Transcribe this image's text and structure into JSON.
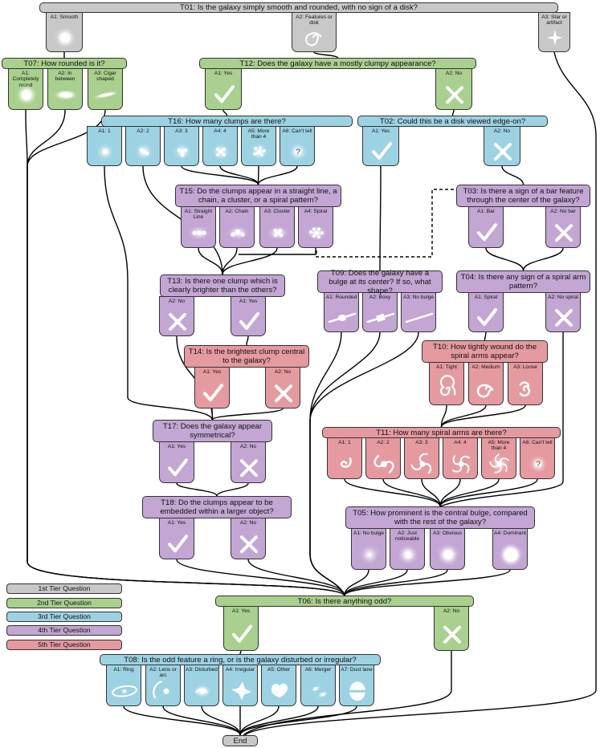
{
  "colors": {
    "gray": "#c8c8c8",
    "green": "#a9d08e",
    "blue": "#9dd2e3",
    "purple": "#c3a6d3",
    "pink": "#e59aa0"
  },
  "legend": [
    {
      "label": "1st Tier Question",
      "color": "gray"
    },
    {
      "label": "2nd Tier Question",
      "color": "green"
    },
    {
      "label": "3rd Tier Question",
      "color": "blue"
    },
    {
      "label": "4th Tier Question",
      "color": "purple"
    },
    {
      "label": "5th Tier Question",
      "color": "pink"
    }
  ],
  "questions": {
    "T01": {
      "text": "T01: Is the galaxy simply smooth and rounded, with no sign of a disk?",
      "color": "gray",
      "answers": [
        {
          "label": "A1: Smooth",
          "icon": "smooth-blob-icon"
        },
        {
          "label": "A2: Features or disk",
          "icon": "spiral-features-icon"
        },
        {
          "label": "A3: Star or artifact",
          "icon": "star-icon"
        }
      ]
    },
    "T07": {
      "text": "T07: How rounded is it?",
      "color": "green",
      "answers": [
        {
          "label": "A1: Completely round",
          "icon": "round-blob-icon"
        },
        {
          "label": "A2: In between",
          "icon": "oval-blob-icon"
        },
        {
          "label": "A3: Cigar shaped",
          "icon": "cigar-blob-icon"
        }
      ]
    },
    "T12": {
      "text": "T12: Does the galaxy have a mostly clumpy appearance?",
      "color": "green",
      "answers": [
        {
          "label": "A1: Yes",
          "icon": "check-icon"
        },
        {
          "label": "A2: No",
          "icon": "cross-icon"
        }
      ]
    },
    "T16": {
      "text": "T16: How many clumps are there?",
      "color": "blue",
      "answers": [
        {
          "label": "A1: 1",
          "icon": "one-clump-icon"
        },
        {
          "label": "A2: 2",
          "icon": "two-clumps-icon"
        },
        {
          "label": "A3: 3",
          "icon": "three-clumps-icon"
        },
        {
          "label": "A4: 4",
          "icon": "four-clumps-icon"
        },
        {
          "label": "A5: More than 4",
          "icon": "many-clumps-icon"
        },
        {
          "label": "A6: Can't tell",
          "icon": "question-mark-icon",
          "glyph": "?"
        }
      ]
    },
    "T02": {
      "text": "T02: Could this be a disk viewed edge-on?",
      "color": "blue",
      "answers": [
        {
          "label": "A1: Yes",
          "icon": "check-icon"
        },
        {
          "label": "A2: No",
          "icon": "cross-icon"
        }
      ]
    },
    "T15": {
      "text": "T15: Do the clumps appear in a straight line, a chain, a cluster, or a spiral pattern?",
      "color": "purple",
      "answers": [
        {
          "label": "A1: Straight Line",
          "icon": "line-clumps-icon"
        },
        {
          "label": "A2: Chain",
          "icon": "chain-clumps-icon"
        },
        {
          "label": "A3: Cluster",
          "icon": "cluster-clumps-icon"
        },
        {
          "label": "A4: Spiral",
          "icon": "spiral-clumps-icon"
        }
      ]
    },
    "T03": {
      "text": "T03: Is there a sign of a bar feature through the center of the galaxy?",
      "color": "purple",
      "answers": [
        {
          "label": "A1: Bar",
          "icon": "check-icon"
        },
        {
          "label": "A2: No bar",
          "icon": "cross-icon"
        }
      ]
    },
    "T13": {
      "text": "T13: Is there one clump which is clearly brighter than the others?",
      "color": "purple",
      "answers": [
        {
          "label": "A2: No",
          "icon": "cross-icon"
        },
        {
          "label": "A1: Yes",
          "icon": "check-icon"
        }
      ]
    },
    "T09": {
      "text": "T09: Does the galaxy have a bulge at its center? If so, what shape?",
      "color": "purple",
      "answers": [
        {
          "label": "A1: Rounded",
          "icon": "rounded-bulge-icon"
        },
        {
          "label": "A2: Boxy",
          "icon": "boxy-bulge-icon"
        },
        {
          "label": "A3: No bulge",
          "icon": "no-bulge-icon"
        }
      ]
    },
    "T04": {
      "text": "T04: Is there any sign of a spiral arm pattern?",
      "color": "purple",
      "answers": [
        {
          "label": "A1: Spiral",
          "icon": "check-icon"
        },
        {
          "label": "A2: No spiral",
          "icon": "cross-icon"
        }
      ]
    },
    "T14": {
      "text": "T14: Is the brightest clump central to the galaxy?",
      "color": "pink",
      "answers": [
        {
          "label": "A1: Yes",
          "icon": "check-icon"
        },
        {
          "label": "A2: No",
          "icon": "cross-icon"
        }
      ]
    },
    "T10": {
      "text": "T10: How tightly wound do the spiral arms appear?",
      "color": "pink",
      "answers": [
        {
          "label": "A1: Tight",
          "icon": "tight-spiral-icon"
        },
        {
          "label": "A2: Medium",
          "icon": "medium-spiral-icon"
        },
        {
          "label": "A3: Loose",
          "icon": "loose-spiral-icon"
        }
      ]
    },
    "T17": {
      "text": "T17: Does the galaxy appear symmetrical?",
      "color": "purple",
      "answers": [
        {
          "label": "A1: Yes",
          "icon": "check-icon"
        },
        {
          "label": "A2: No",
          "icon": "cross-icon"
        }
      ]
    },
    "T11": {
      "text": "T11: How many spiral arms are there?",
      "color": "pink",
      "answers": [
        {
          "label": "A1: 1",
          "icon": "one-arm-spiral-icon"
        },
        {
          "label": "A2: 2",
          "icon": "two-arm-spiral-icon"
        },
        {
          "label": "A3: 3",
          "icon": "three-arm-spiral-icon"
        },
        {
          "label": "A4: 4",
          "icon": "four-arm-spiral-icon"
        },
        {
          "label": "A5: More than 4",
          "icon": "many-arm-spiral-icon"
        },
        {
          "label": "A6: Can't tell",
          "icon": "question-mark-icon",
          "glyph": "?"
        }
      ]
    },
    "T18": {
      "text": "T18: Do the clumps appear to be embedded within a larger object?",
      "color": "purple",
      "answers": [
        {
          "label": "A1: Yes",
          "icon": "check-icon"
        },
        {
          "label": "A2: No",
          "icon": "cross-icon"
        }
      ]
    },
    "T05": {
      "text": "T05: How prominent is the central bulge, compared with the rest of the galaxy?",
      "color": "purple",
      "answers": [
        {
          "label": "A1: No bulge",
          "icon": "no-bulge-glow-icon"
        },
        {
          "label": "A2: Just noticeable",
          "icon": "small-bulge-glow-icon"
        },
        {
          "label": "A3: Obvious",
          "icon": "obvious-bulge-glow-icon"
        },
        {
          "label": "A4: Dominant",
          "icon": "dominant-bulge-glow-icon"
        }
      ]
    },
    "T06": {
      "text": "T06: Is there anything odd?",
      "color": "green",
      "answers": [
        {
          "label": "A1: Yes",
          "icon": "check-icon"
        },
        {
          "label": "A2: No",
          "icon": "cross-icon"
        }
      ]
    },
    "T08": {
      "text": "T08: Is the odd feature a ring, or is the galaxy disturbed or irregular?",
      "color": "blue",
      "answers": [
        {
          "label": "A1: Ring",
          "icon": "ring-icon"
        },
        {
          "label": "A2: Lens or arc",
          "icon": "lens-arc-icon"
        },
        {
          "label": "A3: Disturbed",
          "icon": "disturbed-icon"
        },
        {
          "label": "A4: Irregular",
          "icon": "irregular-icon"
        },
        {
          "label": "A5: Other",
          "icon": "other-icon"
        },
        {
          "label": "A6: Merger",
          "icon": "merger-icon"
        },
        {
          "label": "A7: Dust lane",
          "icon": "dust-lane-icon"
        }
      ]
    }
  },
  "end_label": "End"
}
